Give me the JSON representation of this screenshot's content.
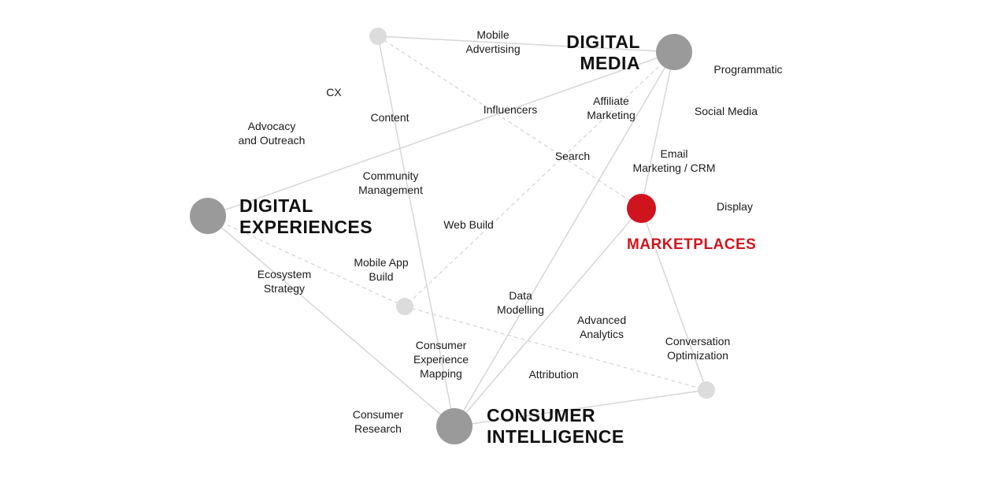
{
  "colors": {
    "hub_node": "#9a9a9a",
    "minor_node": "#dcdcdc",
    "accent": "#d0141e",
    "edge": "#d6d6d6",
    "text": "#1a1a1a"
  },
  "hubs": {
    "digital_media": "DIGITAL\nMEDIA",
    "digital_experiences": "DIGITAL\nEXPERIENCES",
    "consumer_intelligence": "CONSUMER\nINTELLIGENCE",
    "marketplaces": "MARKETPLACES"
  },
  "labels": {
    "mobile_advertising": "Mobile\nAdvertising",
    "programmatic": "Programmatic",
    "cx": "CX",
    "content": "Content",
    "influencers": "Influencers",
    "affiliate_marketing": "Affiliate\nMarketing",
    "social_media": "Social Media",
    "advocacy_outreach": "Advocacy\nand Outreach",
    "search": "Search",
    "email_marketing_crm": "Email\nMarketing / CRM",
    "community_management": "Community\nManagement",
    "display": "Display",
    "web_build": "Web Build",
    "mobile_app_build": "Mobile App\nBuild",
    "ecosystem_strategy": "Ecosystem\nStrategy",
    "data_modelling": "Data\nModelling",
    "advanced_analytics": "Advanced\nAnalytics",
    "conversation_optimization": "Conversation\nOptimization",
    "consumer_experience_mapping": "Consumer\nExperience\nMapping",
    "attribution": "Attribution",
    "consumer_research": "Consumer\nResearch"
  }
}
